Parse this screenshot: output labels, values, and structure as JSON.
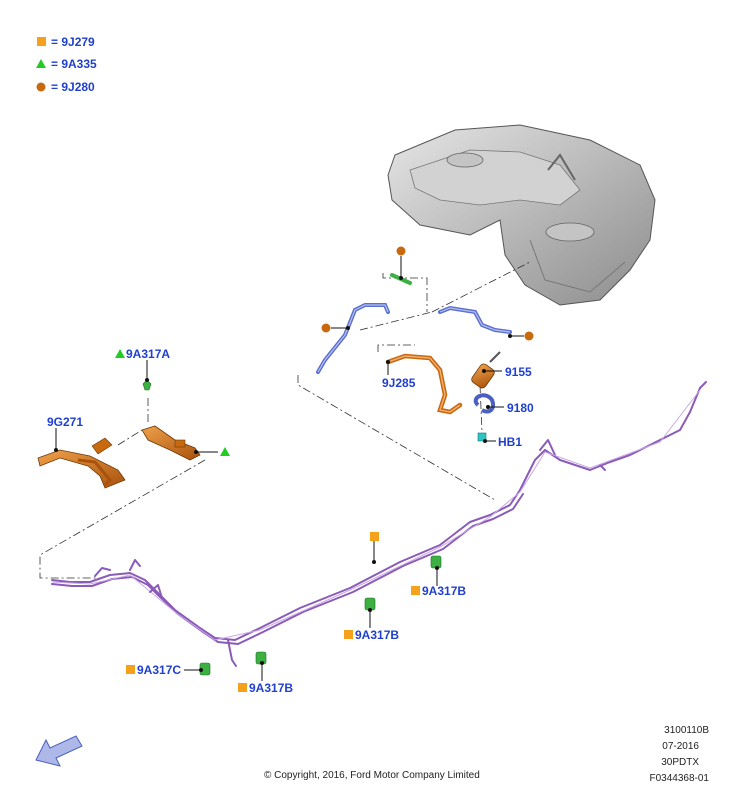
{
  "legend": [
    {
      "symbol": "square",
      "color": "#f4a21b",
      "text": "= 9J279"
    },
    {
      "symbol": "triangle",
      "color": "#22cc22",
      "text": "= 9A335"
    },
    {
      "symbol": "circle",
      "color": "#c8690f",
      "text": "= 9J280"
    }
  ],
  "callouts": {
    "c9A317A": "9A317A",
    "c9G271": "9G271",
    "c9J285": "9J285",
    "c9155": "9155",
    "c9180": "9180",
    "cHB1": "HB1",
    "c9A317B_1": "9A317B",
    "c9A317B_2": "9A317B",
    "c9A317B_3": "9A317B",
    "c9A317C": "9A317C"
  },
  "footer": {
    "copyright": "© Copyright, 2016, Ford Motor Company Limited",
    "code1": "3100110B",
    "code2": "07-2016",
    "code3": "30PDTX",
    "code4": "F0344368-01"
  },
  "colors": {
    "label_blue": "#1f3fd0",
    "fuel_line_purple": "#8a5bb8",
    "bracket_orange": "#c8690f",
    "tube_blue": "#5a6fd0",
    "clip_green": "#3cb043",
    "tank_gray": "#b8b8b8"
  }
}
